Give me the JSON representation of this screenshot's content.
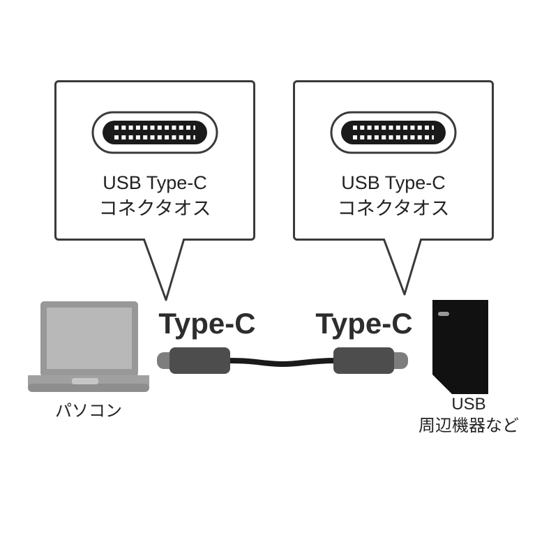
{
  "diagram": {
    "callout_left": {
      "title": "USB Type-C",
      "subtitle": "コネクタオス"
    },
    "callout_right": {
      "title": "USB Type-C",
      "subtitle": "コネクタオス"
    },
    "cable": {
      "left_label": "Type-C",
      "right_label": "Type-C"
    },
    "computer_label": "パソコン",
    "peripheral_label_line1": "USB",
    "peripheral_label_line2": "周辺機器など"
  },
  "colors": {
    "outline": "#3a3a3a",
    "connector_black": "#1a1a1a",
    "plug_body": "#4d4d4d",
    "plug_tip": "#7d7d7d",
    "laptop_gray": "#9a9a9a",
    "device_black": "#111111"
  }
}
